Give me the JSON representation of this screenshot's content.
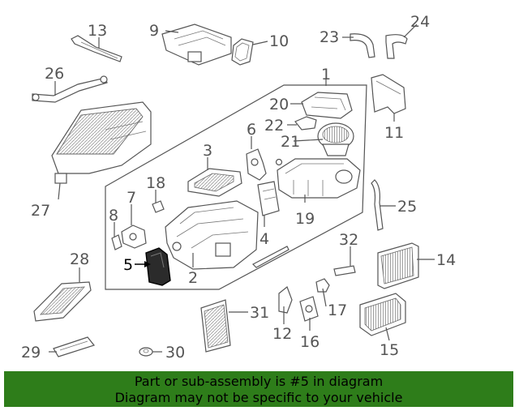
{
  "callouts": {
    "c1": "1",
    "c2": "2",
    "c3": "3",
    "c4": "4",
    "c5": "5",
    "c6": "6",
    "c7": "7",
    "c8": "8",
    "c9": "9",
    "c10": "10",
    "c11": "11",
    "c12": "12",
    "c13": "13",
    "c14": "14",
    "c15": "15",
    "c16": "16",
    "c17": "17",
    "c18": "18",
    "c19": "19",
    "c20": "20",
    "c21": "21",
    "c22": "22",
    "c23": "23",
    "c24": "24",
    "c25": "25",
    "c26": "26",
    "c27": "27",
    "c28": "28",
    "c29": "29",
    "c30": "30",
    "c31": "31",
    "c32": "32"
  },
  "highlighted_part": "5",
  "colors": {
    "banner_bg": "#2e7d1a",
    "highlight": "#000000",
    "line": "#555555"
  },
  "banner": {
    "line1": "Part or sub-assembly is #5 in diagram",
    "line2": "Diagram may not be specific to your vehicle"
  }
}
